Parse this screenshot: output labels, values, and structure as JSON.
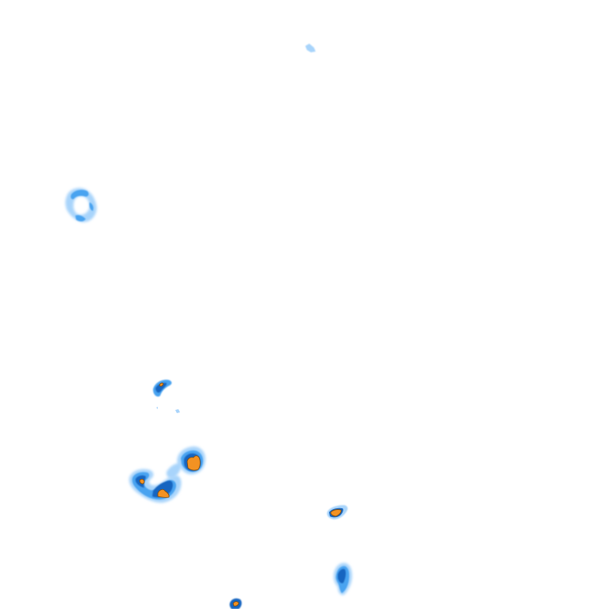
{
  "map": {
    "kind": "precipitation-radar-overlay",
    "background_color": "#ffffff",
    "intensity_colors": {
      "light": "#a8d4fb",
      "moderate": "#4aa3f0",
      "heavy": "#1565c0",
      "intense": "#f39222",
      "intense_outline": "#7a4a10"
    },
    "echo_cells": [
      {
        "id": "north-speck",
        "levels": [
          "light"
        ]
      },
      {
        "id": "west-ring",
        "levels": [
          "light",
          "moderate"
        ]
      },
      {
        "id": "central-small",
        "levels": [
          "moderate",
          "heavy",
          "intense"
        ]
      },
      {
        "id": "central-west-cluster",
        "levels": [
          "light",
          "moderate",
          "heavy",
          "intense"
        ]
      },
      {
        "id": "central-east-cluster",
        "levels": [
          "light",
          "moderate",
          "heavy",
          "intense"
        ]
      },
      {
        "id": "southeast-cell",
        "levels": [
          "light",
          "heavy",
          "intense"
        ]
      },
      {
        "id": "south-cell",
        "levels": [
          "light",
          "moderate",
          "heavy"
        ]
      },
      {
        "id": "south-bottom-speck",
        "levels": [
          "heavy",
          "intense"
        ]
      }
    ]
  }
}
